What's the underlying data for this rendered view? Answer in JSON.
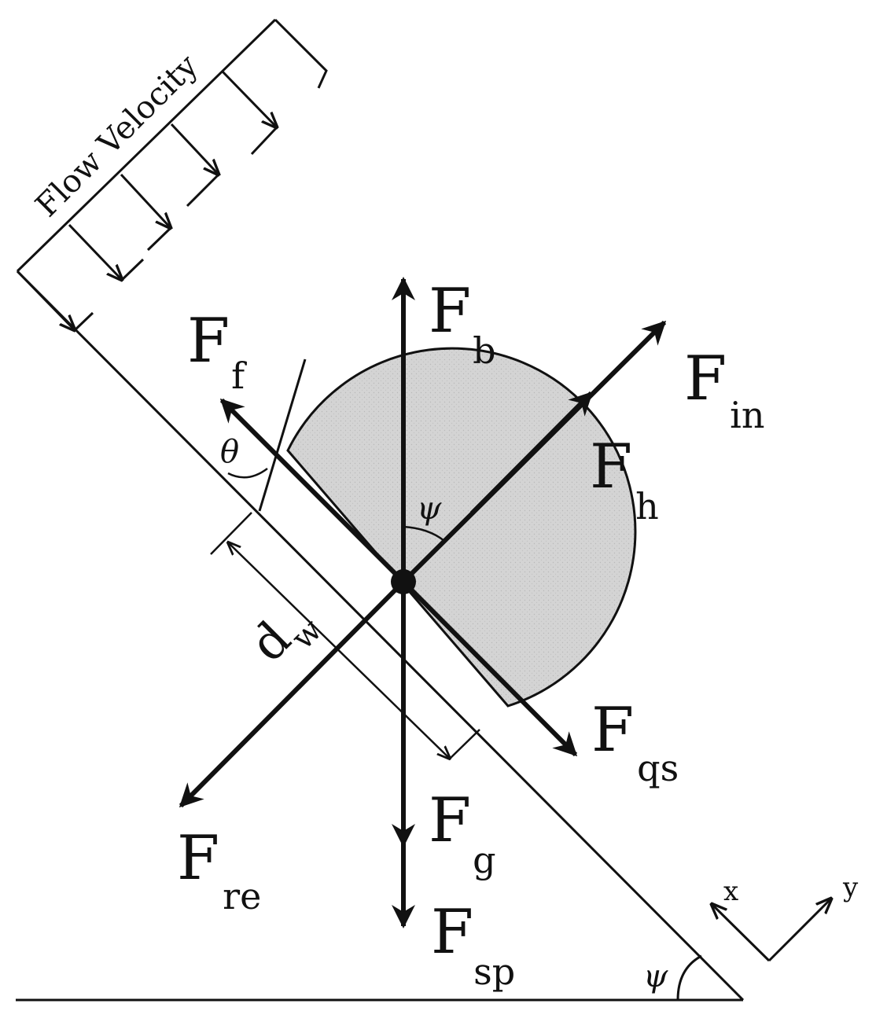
{
  "diagram": {
    "flow_label": "Flow Velocity",
    "forces": [
      {
        "id": "b",
        "main": "F",
        "sub": "b"
      },
      {
        "id": "f",
        "main": "F",
        "sub": "f"
      },
      {
        "id": "in",
        "main": "F",
        "sub": "in"
      },
      {
        "id": "h",
        "main": "F",
        "sub": "h"
      },
      {
        "id": "qs",
        "main": "F",
        "sub": "qs"
      },
      {
        "id": "g",
        "main": "F",
        "sub": "g"
      },
      {
        "id": "re",
        "main": "F",
        "sub": "re"
      },
      {
        "id": "sp",
        "main": "F",
        "sub": "sp"
      }
    ],
    "angles": {
      "theta": "θ",
      "psi": "ψ"
    },
    "dimension": {
      "main": "d",
      "sub": "w"
    },
    "axes": {
      "x": "x",
      "y": "y"
    },
    "colors": {
      "ink": "#111111",
      "particle_fill": "#d4d4d4"
    }
  }
}
